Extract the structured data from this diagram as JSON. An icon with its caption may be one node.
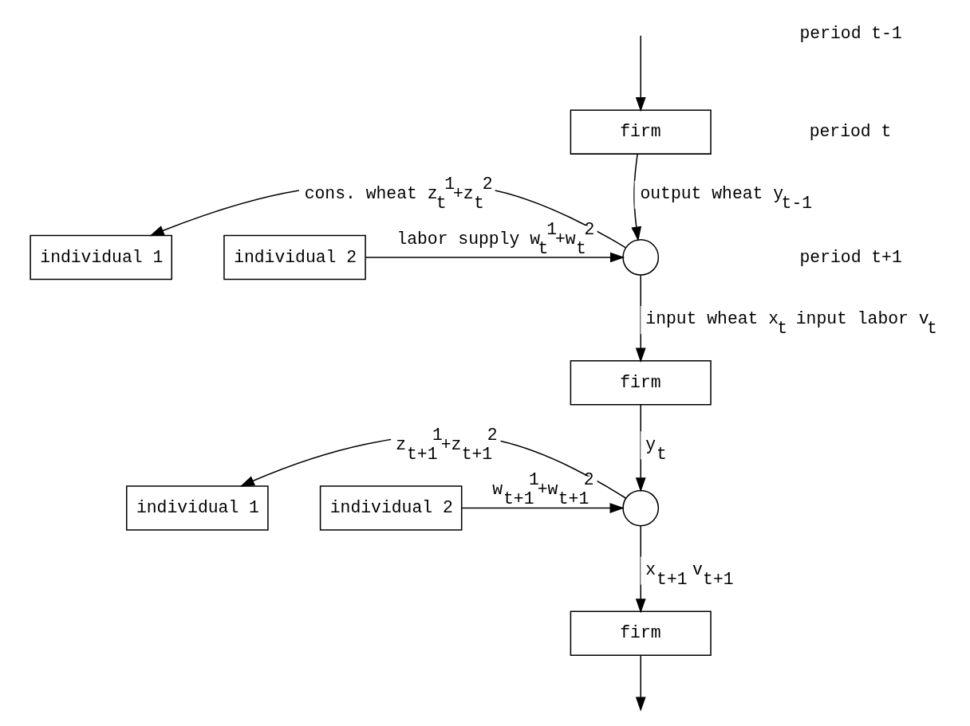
{
  "diagram": {
    "nodes": [
      {
        "text": [
          "firm"
        ]
      },
      {
        "text": [],
        "shape": "circle"
      },
      {
        "text": [
          "individual 1"
        ]
      },
      {
        "text": [
          "individual 2"
        ]
      },
      {
        "text": [
          "firm"
        ]
      },
      {
        "text": [],
        "shape": "circle"
      },
      {
        "text": [
          "individual 1"
        ]
      },
      {
        "text": [
          "individual 2"
        ]
      },
      {
        "text": [
          "firm"
        ]
      }
    ],
    "edges": [
      {
        "from": null,
        "to": 0,
        "arrow": "to"
      },
      {
        "from": 0,
        "to": 1,
        "arrow": "to",
        "label": "output wheat y$_{t-1}$"
      },
      {
        "from": 1,
        "to": 2,
        "arrow": "to",
        "label": "cons. wheat z$_{t}$$^{1}$+z$_{t}$$^{2}$"
      },
      {
        "from": 3,
        "to": 1,
        "arrow": "to",
        "label": "labor supply w$_{t}$$^{1}$+w$_{t}$$^{2}$"
      },
      {
        "from": 1,
        "to": 4,
        "arrow": "to",
        "label": "input wheat x$_{t}$ input labor v$_{t}$"
      },
      {
        "from": 4,
        "to": 5,
        "arrow": "to",
        "label": "y$_{t}$"
      },
      {
        "from": 5,
        "to": 6,
        "arrow": "to",
        "label": "z$_{t+1}$$^{1}$+z$_{t+1}$$^{2}$"
      },
      {
        "from": 7,
        "to": 5,
        "arrow": "to",
        "label": "w$_{t+1}$$^{1}$+w$_{t+1}$$^{2}$"
      },
      {
        "from": 5,
        "to": 8,
        "arrow": "to",
        "label": "x$_{t+1}$ v$_{t+1}$"
      },
      {
        "from": 8,
        "to": null,
        "arrow": "to"
      }
    ],
    "labels": [
      "period t-1",
      "period t",
      "period t+1"
    ]
  }
}
